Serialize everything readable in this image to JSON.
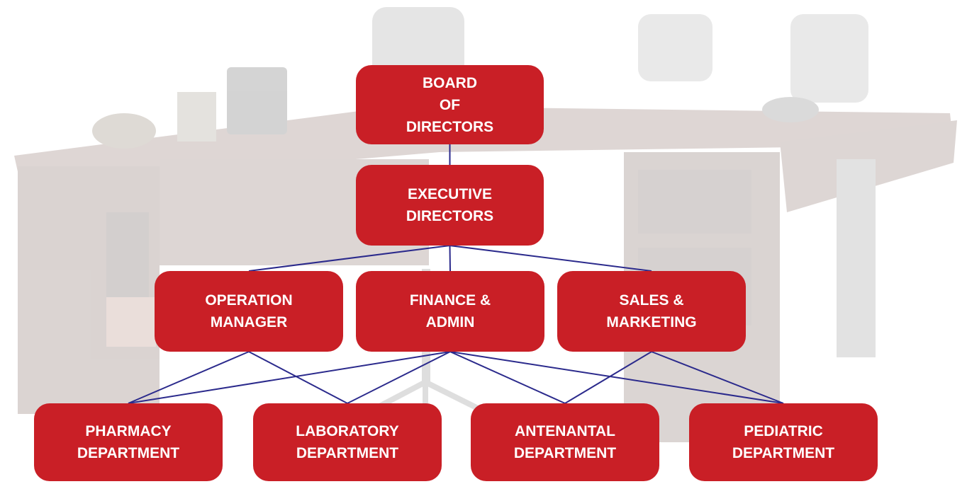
{
  "colors": {
    "node_fill": "#c91f26",
    "node_text": "#ffffff",
    "connector": "#2b2a8c"
  },
  "background_image": "faded office desk with chairs",
  "nodes": {
    "board": "BOARD\nOF\nDIRECTORS",
    "executive": "EXECUTIVE\nDIRECTORS",
    "operation": "OPERATION\nMANAGER",
    "finance": "FINANCE &\nADMIN",
    "sales": "SALES &\nMARKETING",
    "pharmacy": "PHARMACY\nDEPARTMENT",
    "laboratory": "LABORATORY\nDEPARTMENT",
    "antenantal": "ANTENANTAL\nDEPARTMENT",
    "pediatric": "PEDIATRIC\nDEPARTMENT"
  },
  "edges": [
    [
      "board",
      "executive"
    ],
    [
      "executive",
      "operation"
    ],
    [
      "executive",
      "finance"
    ],
    [
      "executive",
      "sales"
    ],
    [
      "operation",
      "pharmacy"
    ],
    [
      "operation",
      "laboratory"
    ],
    [
      "finance",
      "pharmacy"
    ],
    [
      "finance",
      "laboratory"
    ],
    [
      "finance",
      "antenantal"
    ],
    [
      "finance",
      "pediatric"
    ],
    [
      "sales",
      "antenantal"
    ],
    [
      "sales",
      "pediatric"
    ]
  ]
}
